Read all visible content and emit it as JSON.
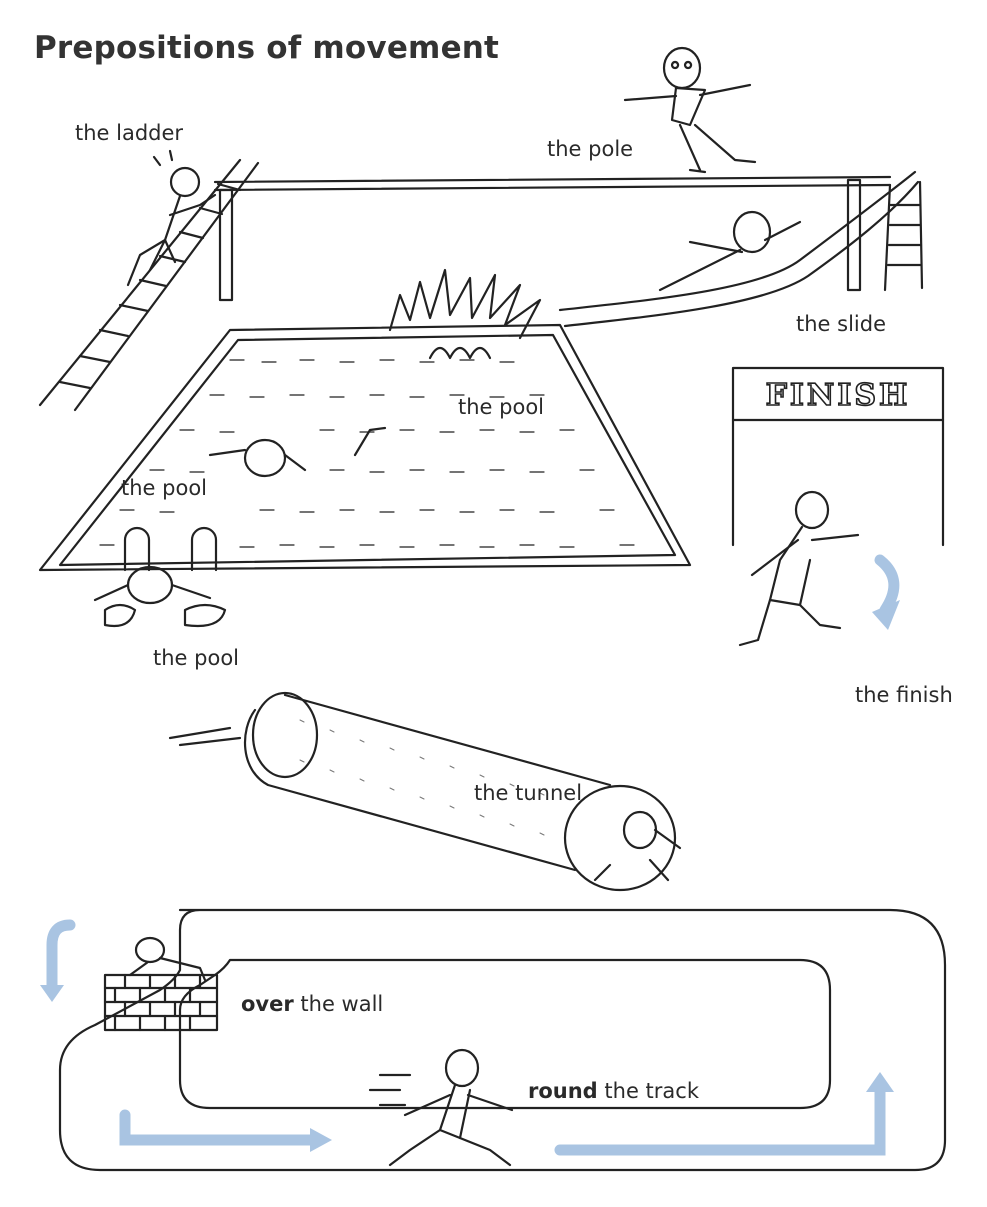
{
  "title": "Prepositions of movement",
  "labels": {
    "ladder": "the ladder",
    "pole": "the pole",
    "slide": "the slide",
    "pool_top": "the pool",
    "pool_mid": "the pool",
    "pool_bottom": "the pool",
    "finish": "the finish",
    "tunnel": "the tunnel",
    "wall_preposition": "over",
    "wall_object": "the wall",
    "track_preposition": "round",
    "track_object": "the track"
  },
  "sign": {
    "text": "FINISH"
  },
  "colors": {
    "arrow": "#a9c4e2",
    "ink": "#222222"
  },
  "icons": [
    "ladder-scene",
    "pole-balance-scene",
    "slide-scene",
    "pool-scene",
    "finish-line-scene",
    "tunnel-scene",
    "wall-scene",
    "running-track-scene"
  ]
}
